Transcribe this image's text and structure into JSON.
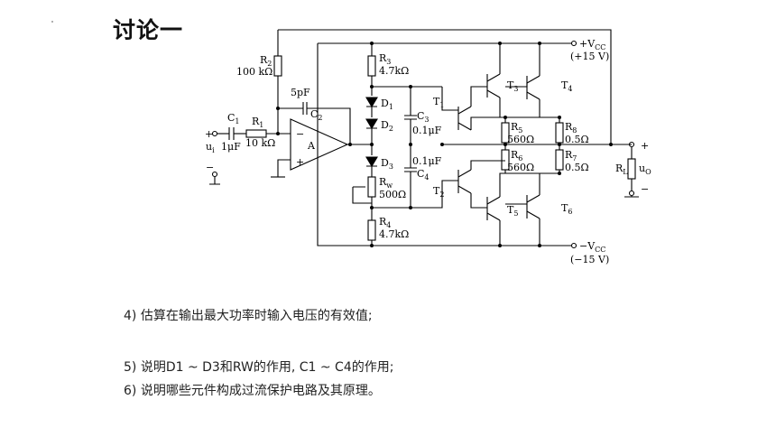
{
  "title": "讨论一",
  "circuit": {
    "labels": {
      "R2": "R",
      "R2_sub": "2",
      "R2_val": "100 kΩ",
      "C1": "C",
      "C1_sub": "1",
      "C1_val": "1μF",
      "R1": "R",
      "R1_sub": "1",
      "R1_val": "10 kΩ",
      "C2_val": "5pF",
      "C2": "C",
      "C2_sub": "2",
      "amp": "A",
      "ui": "u",
      "ui_sub": "i",
      "R3": "R",
      "R3_sub": "3",
      "R3_val": "4.7kΩ",
      "D1": "D",
      "D1_sub": "1",
      "D2": "D",
      "D2_sub": "2",
      "D3": "D",
      "D3_sub": "3",
      "C3": "C",
      "C3_sub": "3",
      "C3_val": "0.1μF",
      "C4": "C",
      "C4_sub": "4",
      "C4_val": "0.1μF",
      "Rw": "R",
      "Rw_sub": "w",
      "Rw_val": "500Ω",
      "R4": "R",
      "R4_sub": "4",
      "R4_val": "4.7kΩ",
      "T1": "T",
      "T1_sub": "1",
      "T2": "T",
      "T2_sub": "2",
      "T3": "T",
      "T3_sub": "3",
      "T4": "T",
      "T4_sub": "4",
      "T5": "T",
      "T5_sub": "5",
      "T6": "T",
      "T6_sub": "6",
      "R5": "R",
      "R5_sub": "5",
      "R5_val": "560Ω",
      "R6": "R",
      "R6_sub": "6",
      "R6_val": "560Ω",
      "R8": "R",
      "R8_sub": "8",
      "R8_val": "0.5Ω",
      "R7": "R",
      "R7_sub": "7",
      "R7_val": "0.5Ω",
      "RL": "R",
      "RL_sub": "L",
      "uo": "u",
      "uo_sub": "O",
      "vcc_pos": "+V",
      "vcc_pos_sub": "CC",
      "vcc_pos_val": "(+15 V)",
      "vcc_neg": "−V",
      "vcc_neg_sub": "CC",
      "vcc_neg_val": "(−15 V)",
      "plus": "+",
      "minus": "−"
    }
  },
  "questions": [
    "4) 估算在输出最大功率时输入电压的有效值;",
    "5) 说明D1 ~ D3和RW的作用, C1 ~ C4的作用;",
    "6) 说明哪些元件构成过流保护电路及其原理。"
  ]
}
